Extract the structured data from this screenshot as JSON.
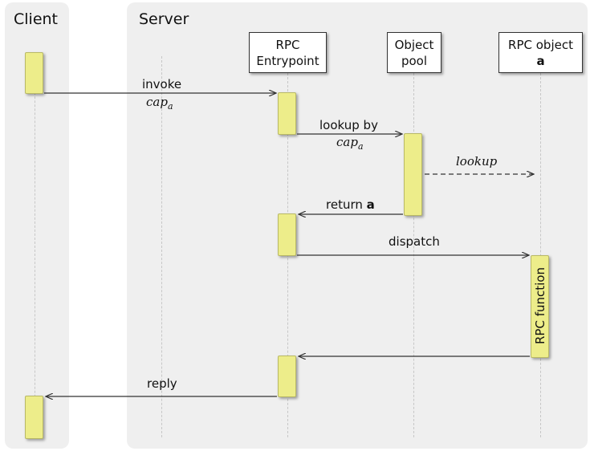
{
  "columns": {
    "client": "Client",
    "server": "Server"
  },
  "participants": {
    "entrypoint": {
      "line1": "RPC",
      "line2": "Entrypoint"
    },
    "pool": {
      "line1": "Object",
      "line2": "pool"
    },
    "rpc_object": {
      "line1": "RPC object",
      "line2": "a"
    }
  },
  "messages": {
    "invoke": {
      "text": "invoke",
      "math": "cap",
      "sub": "a"
    },
    "lookup_by": {
      "text": "lookup by",
      "math": "cap",
      "sub": "a"
    },
    "lookup": "lookup",
    "return": {
      "text": "return",
      "bold": "a"
    },
    "dispatch": "dispatch",
    "reply": "reply"
  },
  "activation_label": "RPC function"
}
